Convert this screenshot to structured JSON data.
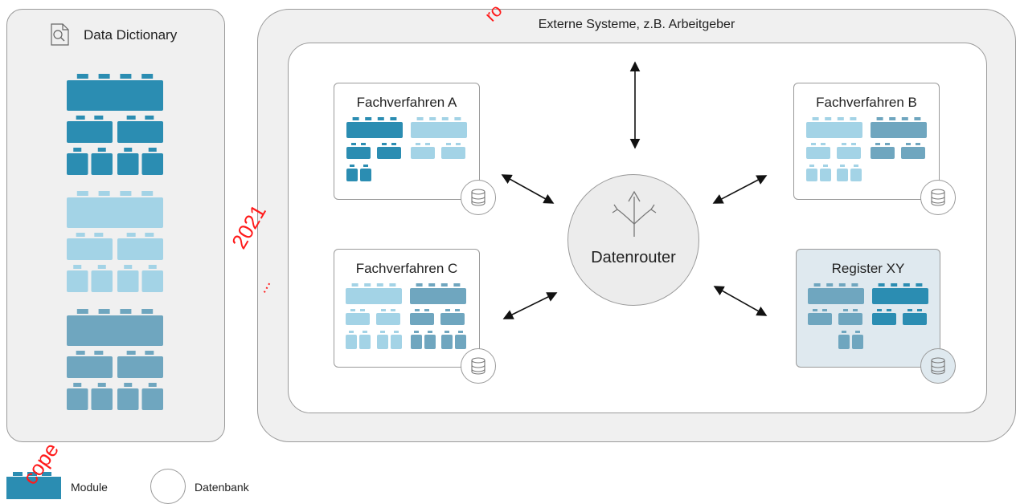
{
  "colors": {
    "dark": "#2b8db2",
    "light": "#a3d3e6",
    "mid": "#6fa6bf",
    "panel_bg": "#f0f0f0",
    "border": "#9a9a9a",
    "register_bg": "#dfe9ef",
    "watermark": "#ff1a1a"
  },
  "data_dictionary": {
    "title": "Data Dictionary",
    "icon": "document-search-icon"
  },
  "external": {
    "title": "Externe Systeme, z.B. Arbeitgeber"
  },
  "router": {
    "label": "Datenrouter",
    "icon": "split-arrows-icon"
  },
  "processes": {
    "a": {
      "title": "Fachverfahren A"
    },
    "b": {
      "title": "Fachverfahren B"
    },
    "c": {
      "title": "Fachverfahren C"
    },
    "xy": {
      "title": "Register XY"
    }
  },
  "legend": {
    "module_label": "Module",
    "database_label": "Datenbank"
  },
  "watermark": {
    "segments": [
      "2021",
      "...",
      "cope",
      "ro"
    ]
  }
}
